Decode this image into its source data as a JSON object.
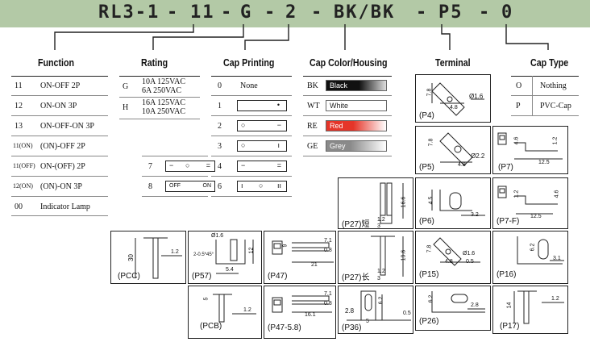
{
  "code_parts": [
    "RL3-1",
    "-",
    "11",
    "-",
    "G",
    "-",
    "2",
    "-",
    "BK/BK",
    "-",
    "P5",
    "-",
    "0"
  ],
  "headers": {
    "function": "Function",
    "rating": "Rating",
    "cap_printing": "Cap Printing",
    "cap_color": "Cap Color/Housing",
    "terminal": "Terminal",
    "cap_type": "Cap Type"
  },
  "function_rows": [
    {
      "code": "11",
      "desc": "ON-OFF  2P"
    },
    {
      "code": "12",
      "desc": "ON-ON  3P"
    },
    {
      "code": "13",
      "desc": "ON-OFF-ON 3P"
    },
    {
      "code": "11(ON)",
      "desc": "(ON)-OFF 2P"
    },
    {
      "code": "11(OFF)",
      "desc": "ON-(OFF) 2P"
    },
    {
      "code": "12(ON)",
      "desc": "(ON)-ON 3P"
    },
    {
      "code": "00",
      "desc": "Indicator Lamp"
    }
  ],
  "rating_rows": [
    {
      "code": "G",
      "l1": "10A  125VAC",
      "l2": "6A   250VAC"
    },
    {
      "code": "H",
      "l1": "16A  125VAC",
      "l2": "10A  250VAC"
    }
  ],
  "cap_print_rows": [
    "0",
    "1",
    "2",
    "3",
    "4",
    "6",
    "7",
    "8"
  ],
  "cap_print_none": "None",
  "color_rows": [
    {
      "code": "BK",
      "name": "Black",
      "color": "#111111"
    },
    {
      "code": "WT",
      "name": "White",
      "color": "#ffffff"
    },
    {
      "code": "RE",
      "name": "Red",
      "color": "#e53529"
    },
    {
      "code": "GE",
      "name": "Grey",
      "color": "#8a8a8a"
    }
  ],
  "cap_type_rows": [
    {
      "code": "O",
      "name": "Nothing"
    },
    {
      "code": "P",
      "name": "PVC-Cap"
    }
  ],
  "terminals": {
    "p4": "(P4)",
    "p5": "(P5)",
    "p7": "(P7)",
    "p27s": "(P27)短",
    "p6": "(P6)",
    "p7f": "(P7-F)",
    "pcc": "(PCC)",
    "p57": "(P57)",
    "p47": "(P47)",
    "p27l": "(P27)长",
    "p15": "(P15)",
    "p16": "(P16)",
    "pcb": "(PCB)",
    "p47_58": "(P47-5.8)",
    "p36": "(P36)",
    "p26": "(P26)",
    "p17": "(P17)"
  },
  "dims": {
    "p4_a": "7.8",
    "p4_b": "4.8",
    "p4_c": "Ø1.6",
    "p5_a": "7.8",
    "p5_b": "4.8",
    "p5_c": "Ø2.2",
    "p7_a": "4.6",
    "p7_b": "1.2",
    "p7_c": "12.5",
    "p27s_a": "1.2",
    "p27s_b": "3",
    "p27s_c": "16.6",
    "p6_a": "4.5",
    "p6_b": "3.2",
    "p7f_a": "1.2",
    "p7f_b": "12.5",
    "p7f_c": "4.6",
    "pcc_a": "30",
    "pcc_b": "1.2",
    "p57_a": "Ø1.6",
    "p57_b": "2-0.5*45°",
    "p57_c": "12",
    "p57_d": "5.4",
    "p47_a": "9",
    "p47_b": "7.1",
    "p47_c": "0.8",
    "p47_d": "21",
    "p27l_a": "1.2",
    "p27l_b": "3",
    "p27l_c": "19.6",
    "p15_a": "7.8",
    "p15_b": "Ø1.6",
    "p15_c": "4.8",
    "p15_d": "0.5",
    "p16_a": "6.2",
    "p16_b": "3.1",
    "pcb_a": "5",
    "pcb_b": "1.2",
    "p47_58_a": "7.1",
    "p47_58_b": "0.8",
    "p47_58_c": "16.1",
    "p36_a": "2.8",
    "p36_b": "6.2",
    "p36_c": "5",
    "p36_d": "0.5",
    "p26_a": "6.2",
    "p26_b": "2.8",
    "p17_a": "14",
    "p17_b": "1.2"
  }
}
